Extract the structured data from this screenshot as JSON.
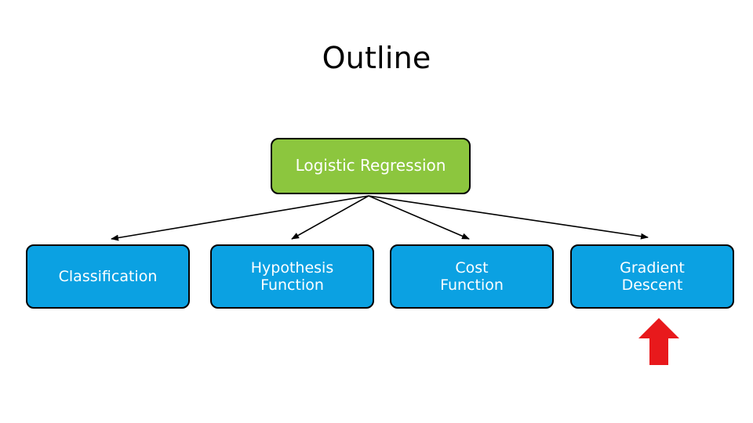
{
  "slide": {
    "title": "Outline",
    "background_color": "#ffffff"
  },
  "diagram": {
    "type": "tree",
    "root": {
      "label": "Logistic Regression",
      "fill_color": "#8CC63E",
      "text_color": "#ffffff",
      "border_color": "#000000"
    },
    "children": [
      {
        "label": "Classification",
        "line1": "Classification",
        "line2": "",
        "fill_color": "#0BA1E2"
      },
      {
        "label": "Hypothesis Function",
        "line1": "Hypothesis",
        "line2": "Function",
        "fill_color": "#0BA1E2"
      },
      {
        "label": "Cost Function",
        "line1": "Cost",
        "line2": "Function",
        "fill_color": "#0BA1E2"
      },
      {
        "label": "Gradient Descent",
        "line1": "Gradient",
        "line2": "Descent",
        "fill_color": "#0BA1E2"
      }
    ],
    "connector_color": "#000000",
    "highlight_arrow": {
      "icon": "arrow-up-icon",
      "color": "#E8191C",
      "points_to": "Gradient Descent"
    }
  }
}
